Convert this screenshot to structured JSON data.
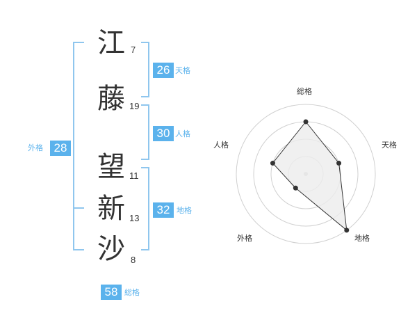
{
  "name": {
    "chars": [
      {
        "char": "江",
        "strokes": "7"
      },
      {
        "char": "藤",
        "strokes": "19"
      },
      {
        "char": "望",
        "strokes": "11"
      },
      {
        "char": "新",
        "strokes": "13"
      },
      {
        "char": "沙",
        "strokes": "8"
      }
    ]
  },
  "fortunes": {
    "tenkaku": {
      "value": "26",
      "label": "天格"
    },
    "jinkaku": {
      "value": "30",
      "label": "人格"
    },
    "chikaku": {
      "value": "32",
      "label": "地格"
    },
    "gaikaku": {
      "value": "28",
      "label": "外格"
    },
    "soukaku": {
      "value": "58",
      "label": "総格"
    }
  },
  "chart_data": {
    "type": "radar",
    "axes": [
      "総格",
      "天格",
      "地格",
      "外格",
      "人格"
    ],
    "rings": 4,
    "values": [
      3,
      2,
      4,
      1,
      2
    ],
    "max": 4,
    "colors": {
      "ring": "#d0d0d0",
      "fill": "#ececec",
      "line": "#333333",
      "point": "#333333",
      "center": "#cccccc"
    }
  },
  "colors": {
    "accent": "#5bb2ec",
    "bracket": "#8fc6ee"
  }
}
